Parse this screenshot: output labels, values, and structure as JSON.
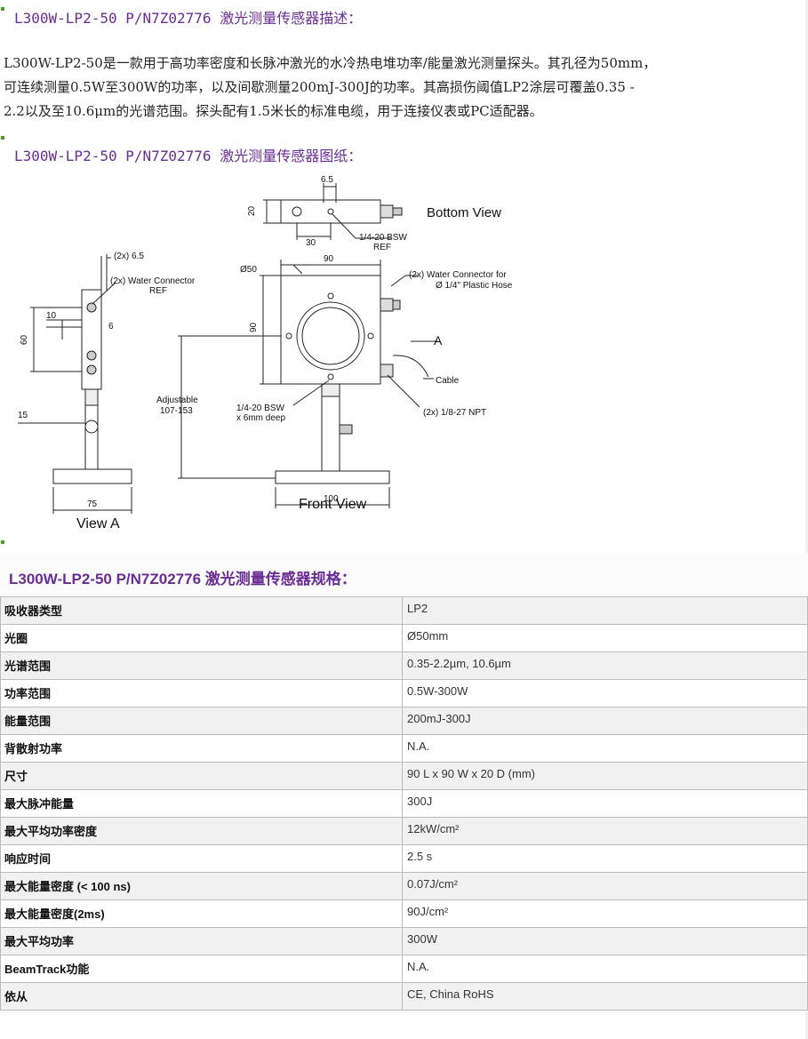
{
  "sections": {
    "desc_title": "L300W-LP2-50 P/N7Z02776 激光测量传感器描述：",
    "drawing_title": "L300W-LP2-50 P/N7Z02776 激光测量传感器图纸：",
    "spec_title": "L300W-LP2-50 P/N7Z02776 激光测量传感器规格："
  },
  "description": [
    "L300W-LP2-50是一款用于高功率密度和长脉冲激光的水冷热电堆功率/能量激光测量探头。其孔径为50mm，",
    "可连续测量0.5W至300W的功率，以及间歇测量200mJ-300J的功率。其高损伤阈值LP2涂层可覆盖0.35 -",
    "2.2以及至10.6μm的光谱范围。探头配有1.5米长的标准电缆，用于连接仪表或PC适配器。"
  ],
  "drawing": {
    "bottom_view": "Bottom View",
    "front_view": "Front View",
    "view_a": "View A",
    "dim_6_5": "6.5",
    "dim_20": "20",
    "dim_30": "30",
    "bsw_ref_1": "1/4-20 BSW",
    "bsw_ref_2": "REF",
    "dim_2x65": "(2x) 6.5",
    "water_ref_1": "(2x) Water Connector",
    "water_ref_2": "REF",
    "dim_10": "10",
    "dim_6": "6",
    "dim_60": "60",
    "dim_15": "15",
    "dim_75": "75",
    "dim_phi50": "Ø50",
    "dim_90_top": "90",
    "dim_90_side": "90",
    "water_hose_1": "(2x) Water Connector for",
    "water_hose_2": "Ø 1/4\" Plastic Hose",
    "label_a": "A",
    "cable": "Cable",
    "adjustable_1": "Adjustable",
    "adjustable_2": "107-153",
    "bsw_deep_1": "1/4-20 BSW",
    "bsw_deep_2": "x 6mm deep",
    "npt": "(2x) 1/8-27 NPT",
    "dim_100": "100"
  },
  "specs": [
    {
      "k": "吸收器类型",
      "v": "LP2"
    },
    {
      "k": "光圈",
      "v": "Ø50mm"
    },
    {
      "k": "光谱范围",
      "v": "0.35-2.2µm, 10.6µm"
    },
    {
      "k": "功率范围",
      "v": "0.5W-300W"
    },
    {
      "k": "能量范围",
      "v": "200mJ-300J"
    },
    {
      "k": "背散射功率",
      "v": "N.A."
    },
    {
      "k": "尺寸",
      "v": "90 L x 90 W x 20 D (mm)"
    },
    {
      "k": "最大脉冲能量",
      "v": "300J"
    },
    {
      "k": "最大平均功率密度",
      "v": "12kW/cm²"
    },
    {
      "k": "响应时间",
      "v": "2.5 s"
    },
    {
      "k": "最大能量密度 (< 100 ns)",
      "v": "0.07J/cm²"
    },
    {
      "k": "最大能量密度(2ms)",
      "v": "90J/cm²"
    },
    {
      "k": "最大平均功率",
      "v": "300W"
    },
    {
      "k": "BeamTrack功能",
      "v": "N.A."
    },
    {
      "k": "依从",
      "v": "CE, China RoHS"
    }
  ]
}
